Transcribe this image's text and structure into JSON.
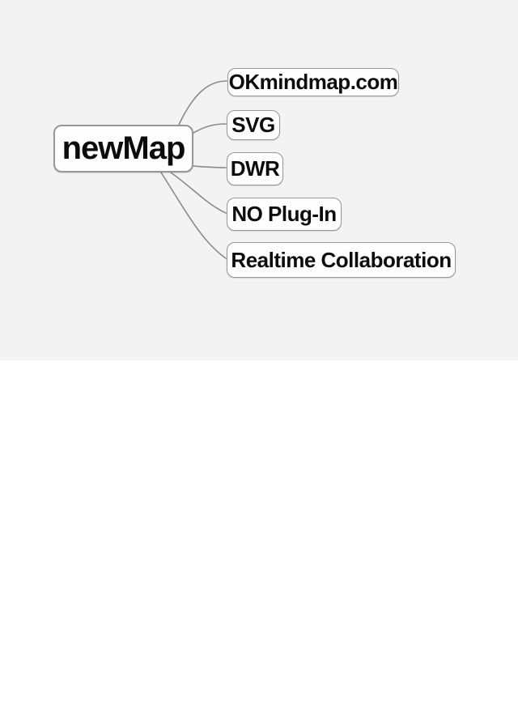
{
  "diagram": {
    "type": "mindmap",
    "root": {
      "label": "newMap"
    },
    "children": [
      {
        "label": "OKmindmap.com"
      },
      {
        "label": "SVG"
      },
      {
        "label": "DWR"
      },
      {
        "label": "NO Plug-In"
      },
      {
        "label": "Realtime Collaboration"
      }
    ]
  },
  "colors": {
    "background": "#f3f3f3",
    "node_fill": "#fefefe",
    "node_border": "#979797",
    "connector": "#8a8a8a",
    "text": "#0c0c0c"
  }
}
